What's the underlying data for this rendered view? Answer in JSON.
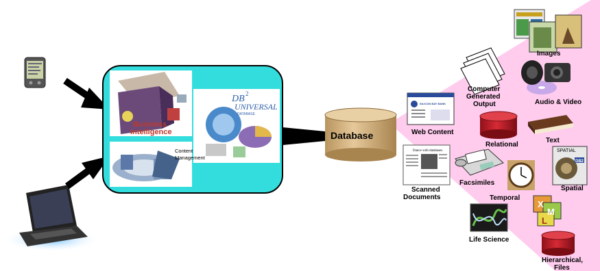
{
  "server": {
    "business_intelligence_line1": "Business",
    "business_intelligence_line2": "Intelligence",
    "db2_logo_line1": "DB",
    "db2_logo_sup": "2",
    "db2_logo_line2": "UNIVERSAL",
    "db2_logo_line3": "DATABASE",
    "content_management_line1": "Content",
    "content_management_line2": "Management"
  },
  "database": {
    "label": "Database"
  },
  "data_types": {
    "images": "Images",
    "computer_generated_output": [
      "Computer",
      "Generated",
      "Output"
    ],
    "audio_video": "Audio & Video",
    "web_content": "Web Content",
    "web_content_screen_title": "SILICON BAY BANK",
    "relational": "Relational",
    "text": "Text",
    "scanned_documents": [
      "Scanned",
      "Documents"
    ],
    "scanned_doc_heading": "Dance with databases",
    "facsimiles": "Facsimiles",
    "temporal": "Temporal",
    "spatial": "Spatial",
    "spatial_box_title": "SPATIAL",
    "spatial_box_sub": "DB2",
    "life_science": "Life Science",
    "xml_letters": [
      "X",
      "M",
      "L"
    ],
    "hierarchical_files": [
      "Hierarchical,",
      "Files"
    ]
  },
  "colors": {
    "server_fill": "#33dddd",
    "fan_fill": "#ffccee",
    "database_fill": "#d2b48c",
    "relational_fill": "#c41e2a"
  }
}
